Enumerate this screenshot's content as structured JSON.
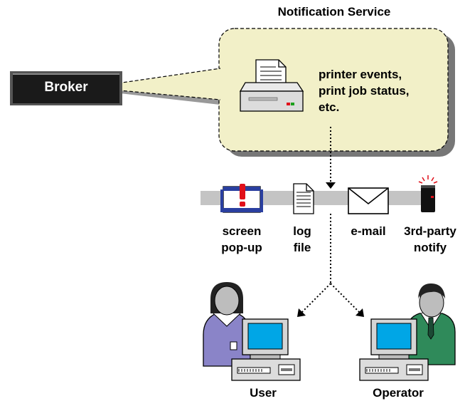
{
  "title": "Notification Service",
  "broker_label": "Broker",
  "event_lines": [
    "printer events,",
    "print job status,",
    "etc."
  ],
  "channels": [
    {
      "icon": "screen-popup-icon",
      "lines": [
        "screen",
        "pop-up"
      ]
    },
    {
      "icon": "log-file-icon",
      "lines": [
        "log",
        "file"
      ]
    },
    {
      "icon": "email-envelope-icon",
      "lines": [
        "e-mail"
      ]
    },
    {
      "icon": "third-party-notify-icon",
      "lines": [
        "3rd-party",
        "notify"
      ]
    }
  ],
  "recipients": [
    {
      "icon": "user-workstation-icon",
      "label": "User"
    },
    {
      "icon": "operator-workstation-icon",
      "label": "Operator"
    }
  ],
  "colors": {
    "balloon_fill": "#f2f0c8",
    "broker_fill": "#1a1a1a",
    "channel_band": "#c4c4c4",
    "monitor_screen": "#00a6e6",
    "user_shirt": "#8a84c8",
    "operator_shirt": "#2f8a5a",
    "alert_red": "#e0101a"
  }
}
